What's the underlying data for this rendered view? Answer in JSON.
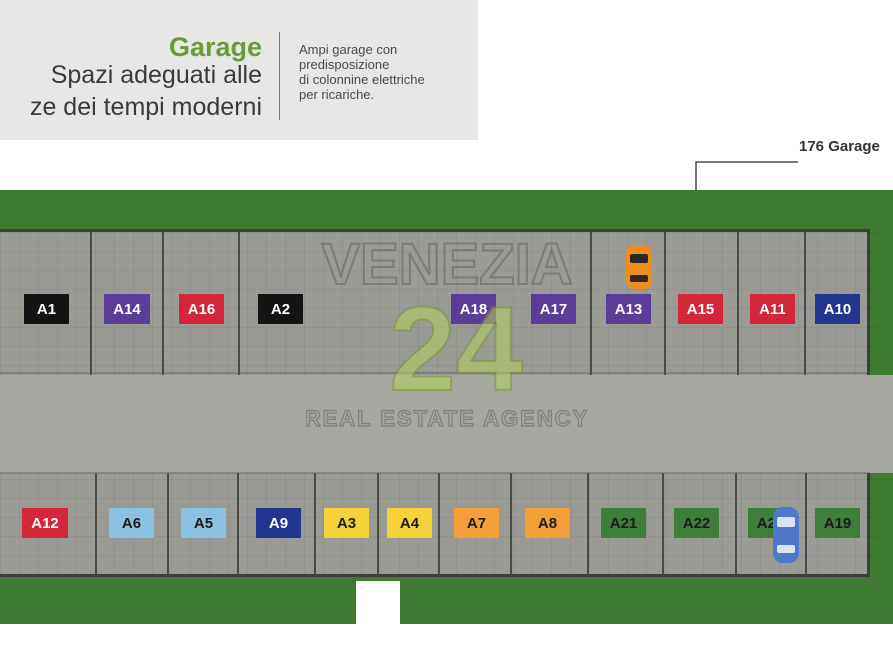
{
  "header": {
    "title": "Garage",
    "line1": "Spazi adeguati alle",
    "line2": "ze dei tempi moderni",
    "description": [
      "Ampi garage con",
      "predisposizione",
      "di colonnine elettriche",
      "per ricariche."
    ]
  },
  "annotation": "176 Garage",
  "watermark": {
    "brand": "VENEZIA",
    "number": "24",
    "tagline": "REAL ESTATE AGENCY"
  },
  "colors": {
    "grass": "#3f7a32",
    "black": "#141414",
    "purple": "#5b3c96",
    "red": "#d4263a",
    "navy": "#24358f",
    "lightblue": "#8dc1e0",
    "yellow": "#f3d23a",
    "orange": "#f4a03a",
    "green": "#3f7d3a"
  },
  "top_spots": [
    {
      "label": "A1",
      "color": "#141414"
    },
    {
      "label": "A14",
      "color": "#5b3c96"
    },
    {
      "label": "A16",
      "color": "#d4263a"
    },
    {
      "label": "A2",
      "color": "#141414"
    },
    {
      "label": "A18",
      "color": "#5b3c96"
    },
    {
      "label": "A17",
      "color": "#5b3c96"
    },
    {
      "label": "A13",
      "color": "#5b3c96"
    },
    {
      "label": "A15",
      "color": "#d4263a"
    },
    {
      "label": "A11",
      "color": "#d4263a"
    },
    {
      "label": "A10",
      "color": "#24358f"
    }
  ],
  "bottom_spots": [
    {
      "label": "A12",
      "color": "#d4263a"
    },
    {
      "label": "A6",
      "color": "#8dc1e0"
    },
    {
      "label": "A5",
      "color": "#8dc1e0"
    },
    {
      "label": "A9",
      "color": "#24358f"
    },
    {
      "label": "A3",
      "color": "#f3d23a"
    },
    {
      "label": "A4",
      "color": "#f3d23a"
    },
    {
      "label": "A7",
      "color": "#f4a03a"
    },
    {
      "label": "A8",
      "color": "#f4a03a"
    },
    {
      "label": "A21",
      "color": "#3f7d3a"
    },
    {
      "label": "A22",
      "color": "#3f7d3a"
    },
    {
      "label": "A20",
      "color": "#3f7d3a"
    },
    {
      "label": "A19",
      "color": "#3f7d3a"
    }
  ]
}
